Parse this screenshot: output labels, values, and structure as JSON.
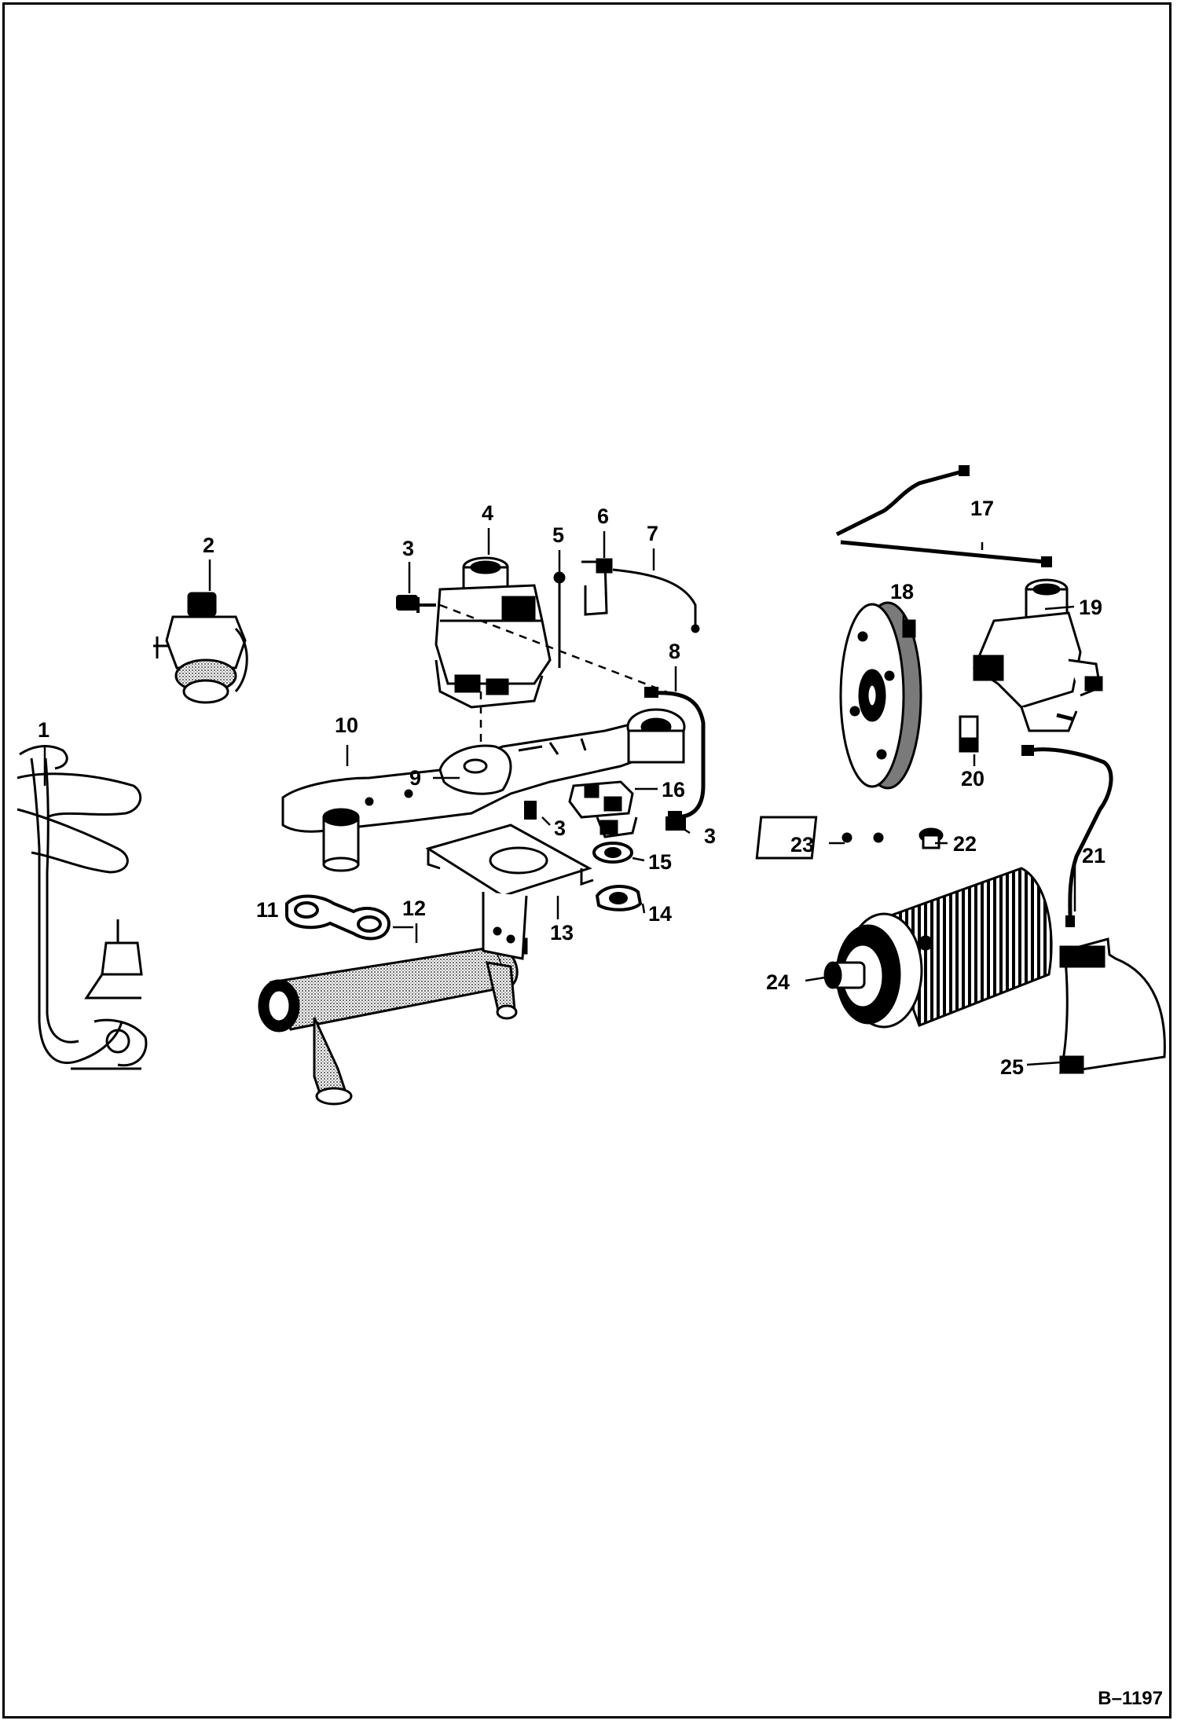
{
  "figure": {
    "reference": "B–1197"
  },
  "callouts": {
    "c1": "1",
    "c2": "2",
    "c3a": "3",
    "c3b": "3",
    "c3c": "3",
    "c4": "4",
    "c5": "5",
    "c6": "6",
    "c7": "7",
    "c8": "8",
    "c9": "9",
    "c10": "10",
    "c11": "11",
    "c12": "12",
    "c13": "13",
    "c14": "14",
    "c15": "15",
    "c16": "16",
    "c17": "17",
    "c18": "18",
    "c19": "19",
    "c20": "20",
    "c21": "21",
    "c22": "22",
    "c23": "23",
    "c24": "24",
    "c25": "25"
  },
  "colors": {
    "ink": "#000000",
    "paper": "#ffffff",
    "shade": "#7a7a7a"
  }
}
